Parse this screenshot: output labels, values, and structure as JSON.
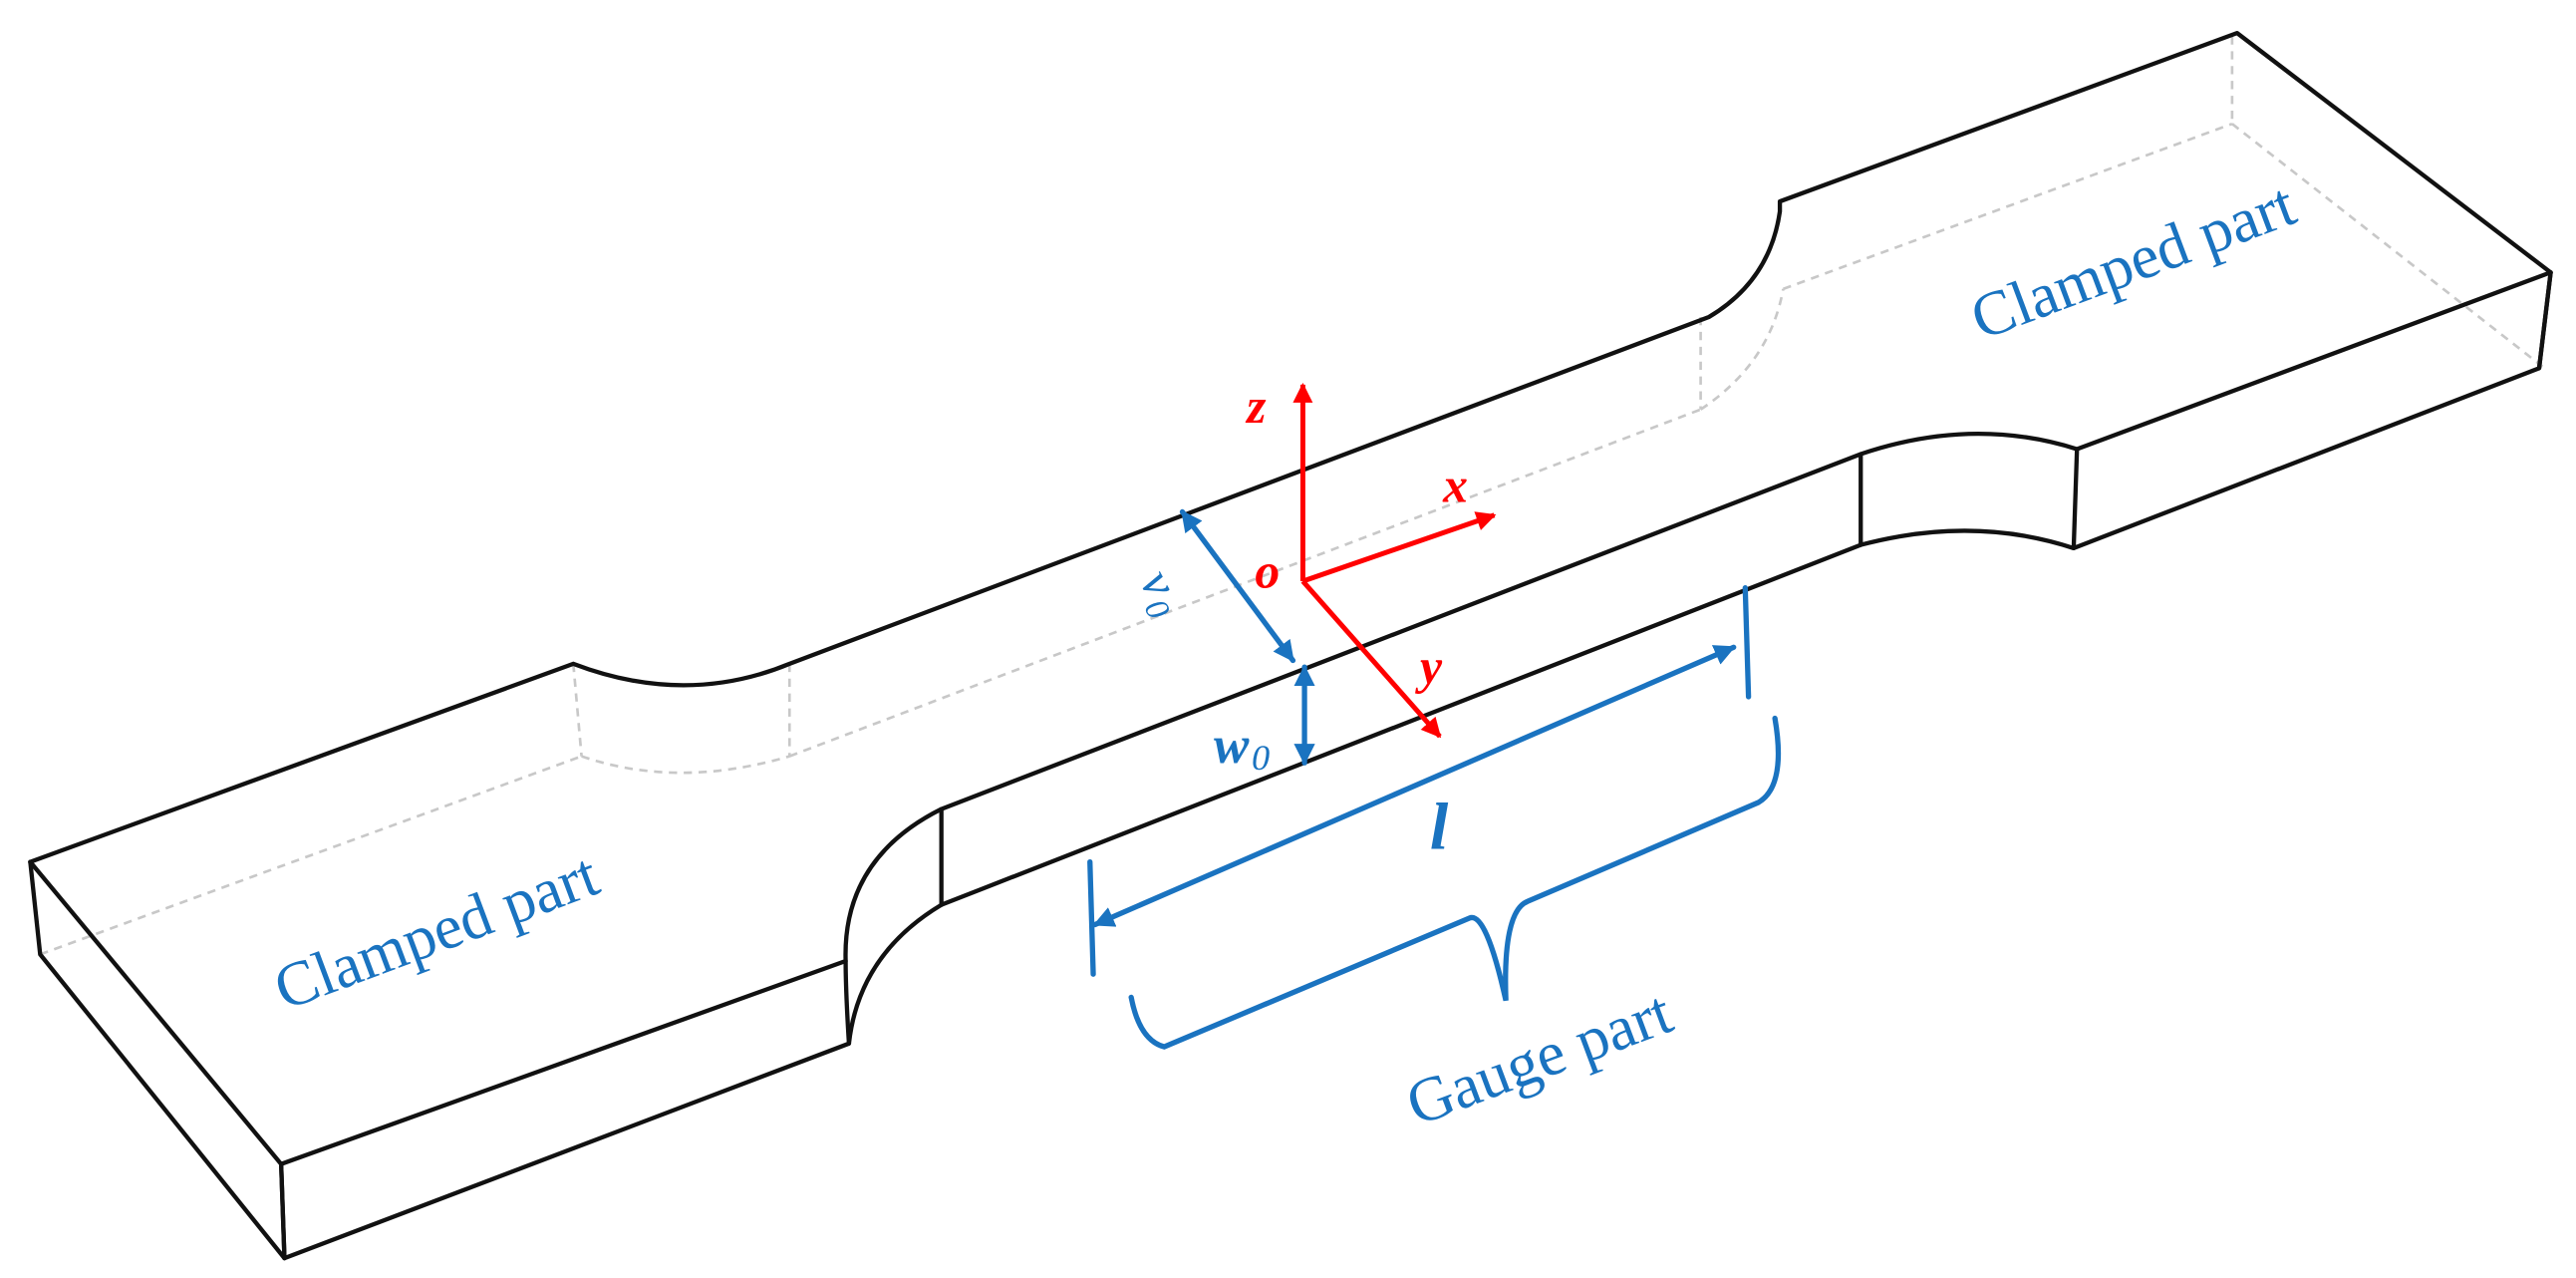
{
  "labels": {
    "clamped_left": "Clamped part",
    "clamped_right": "Clamped part",
    "gauge": "Gauge part",
    "length": "l",
    "thickness": "w",
    "thickness_sub": "0",
    "width": "v",
    "width_sub": "0"
  },
  "axes": {
    "x": "x",
    "y": "y",
    "z": "z",
    "origin": "o"
  },
  "colors": {
    "outline": "#111111",
    "hidden_edge": "#c8c8c8",
    "annotation": "#1a73c0",
    "axes": "#ff0000"
  }
}
